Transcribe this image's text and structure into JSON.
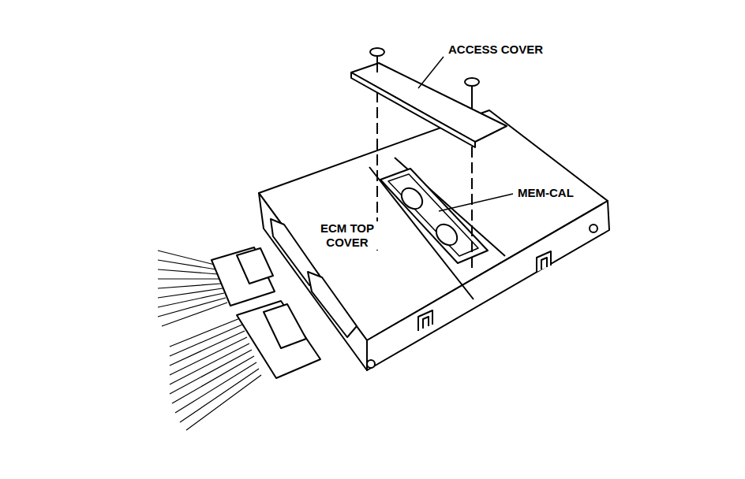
{
  "diagram": {
    "labels": [
      "ACCESS COVER",
      "MEM-CAL",
      "ECM TOP COVER"
    ]
  }
}
